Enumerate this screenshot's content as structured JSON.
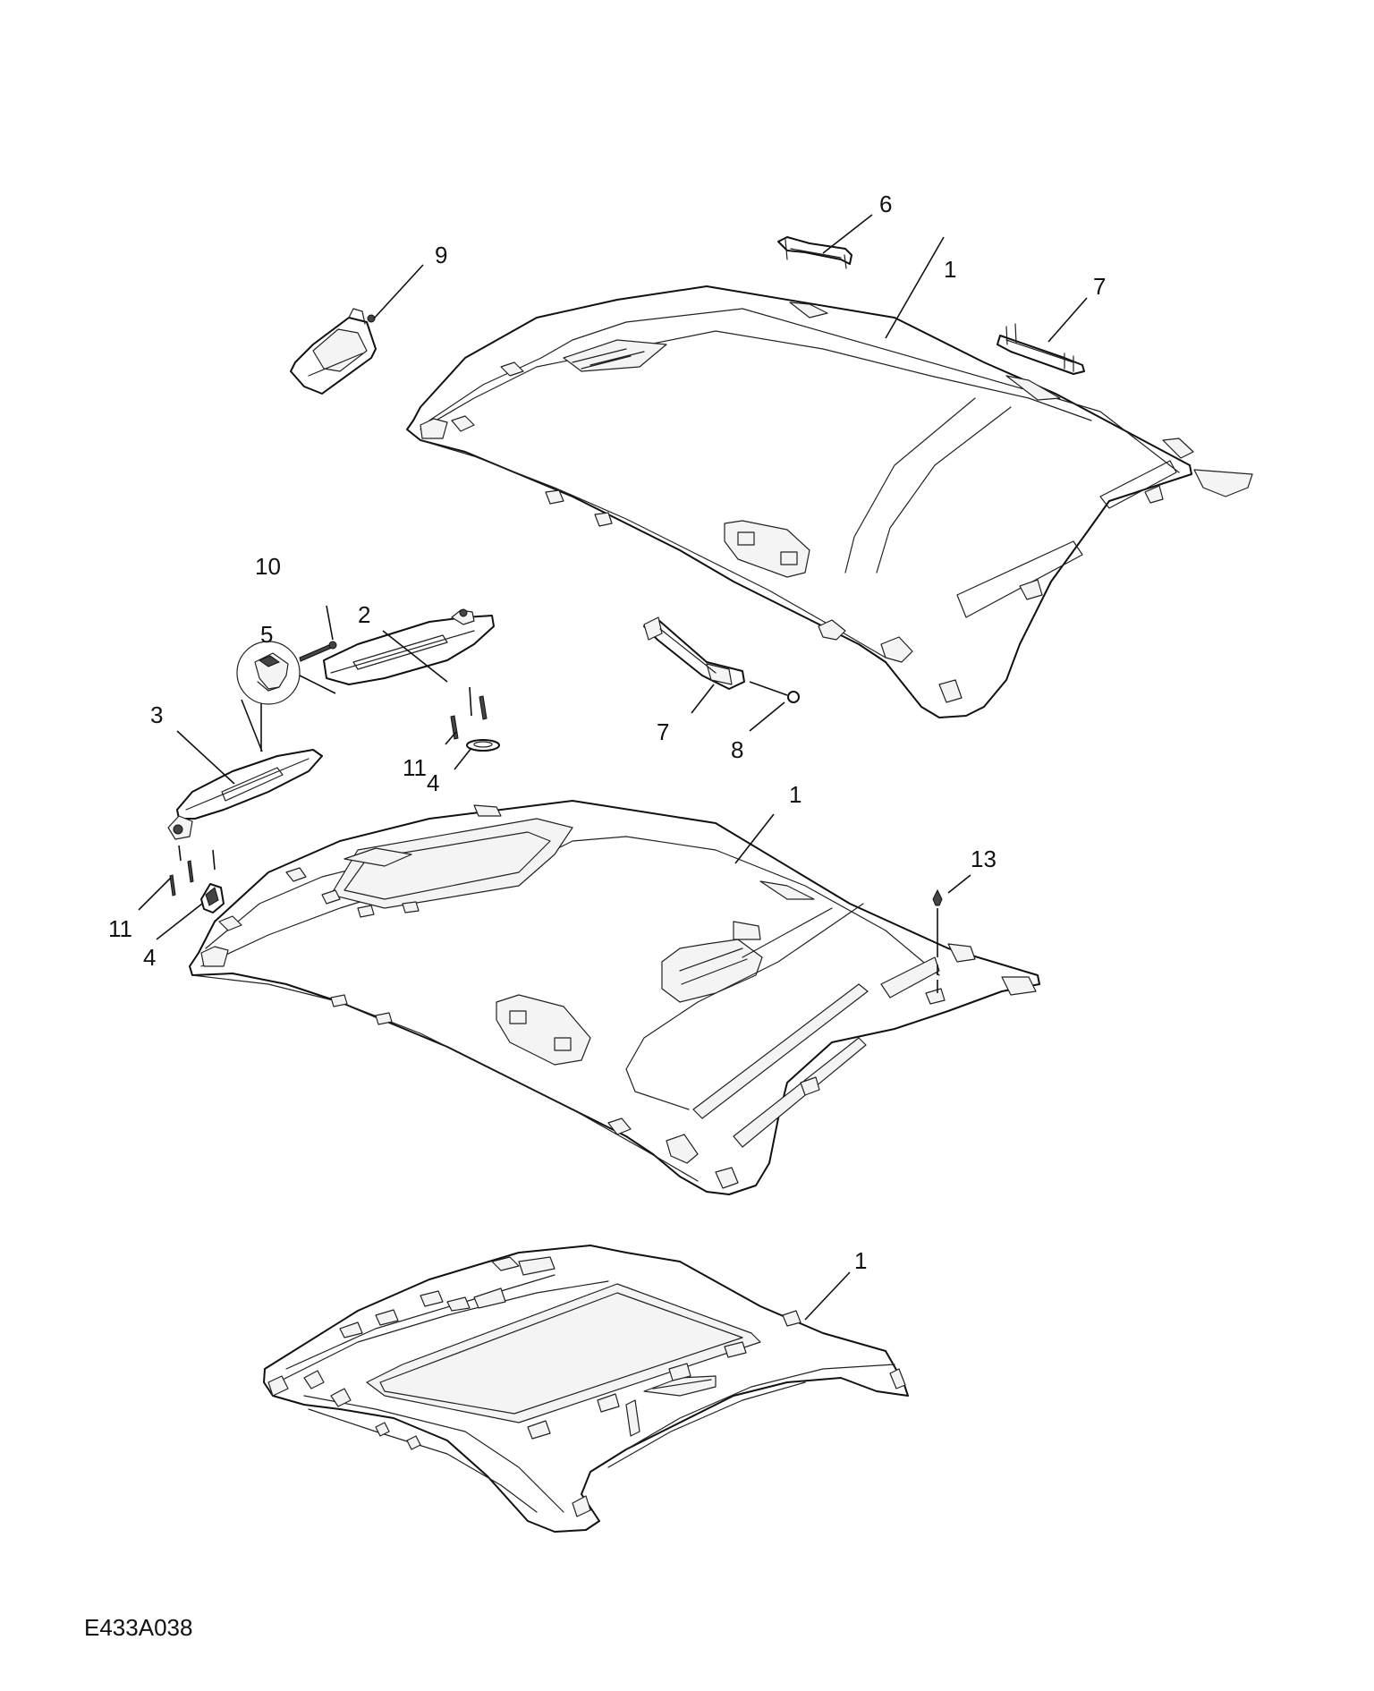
{
  "diagram": {
    "reference_code": "E433A038",
    "callouts": {
      "c1a": "1",
      "c1b": "1",
      "c1c": "1",
      "c2": "2",
      "c3": "3",
      "c4a": "4",
      "c4b": "4",
      "c5": "5",
      "c6": "6",
      "c7a": "7",
      "c7b": "7",
      "c8": "8",
      "c9": "9",
      "c10": "10",
      "c11a": "11",
      "c11b": "11",
      "c13": "13"
    }
  }
}
